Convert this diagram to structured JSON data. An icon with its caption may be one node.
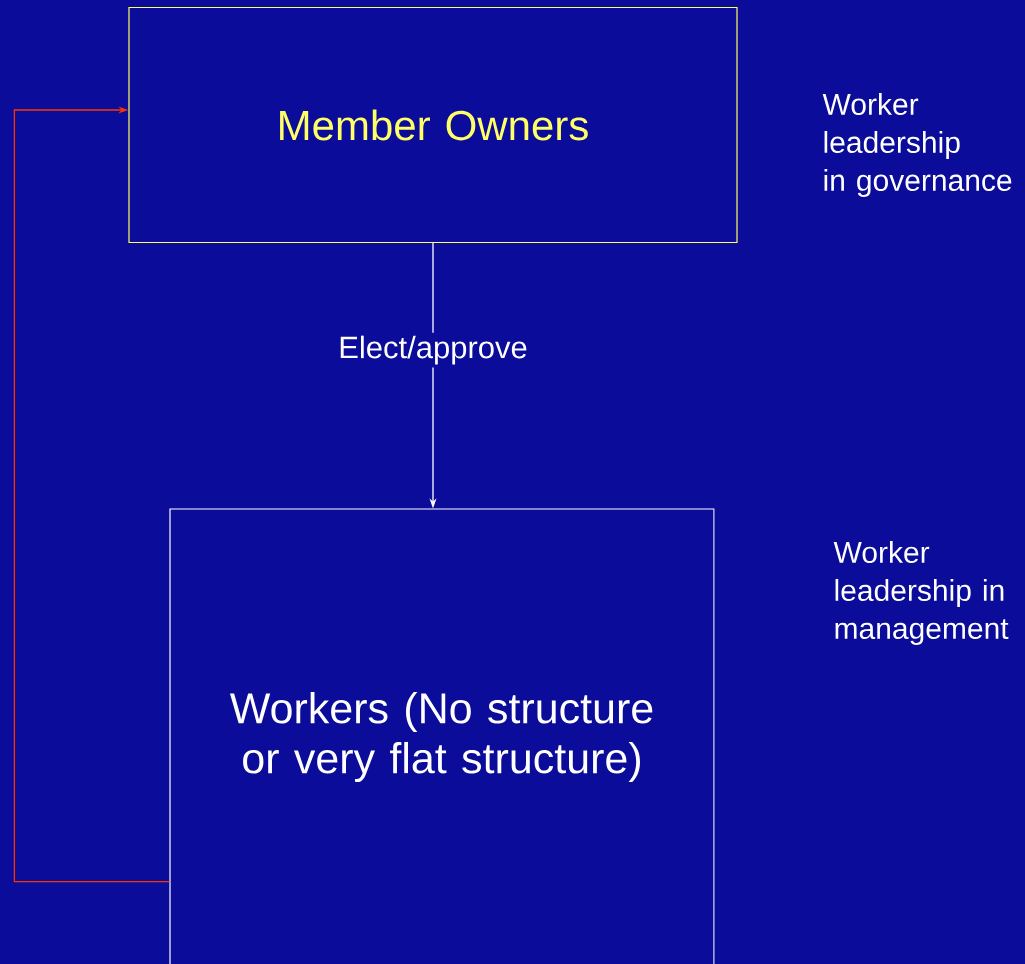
{
  "diagram": {
    "nodes": [
      {
        "text": [
          "Member Owners"
        ]
      },
      {
        "text": [
          "Workers (No structure or very flat structure)"
        ]
      }
    ],
    "edges": [
      {
        "from": 0,
        "to": 1,
        "arrow": "to",
        "label": "Elect/approve"
      },
      {
        "from": 1,
        "to": 0,
        "arrow": "to",
        "color": "#ff3300"
      }
    ],
    "labels": [
      "Worker leadership in governance",
      "Worker leadership in management"
    ]
  }
}
